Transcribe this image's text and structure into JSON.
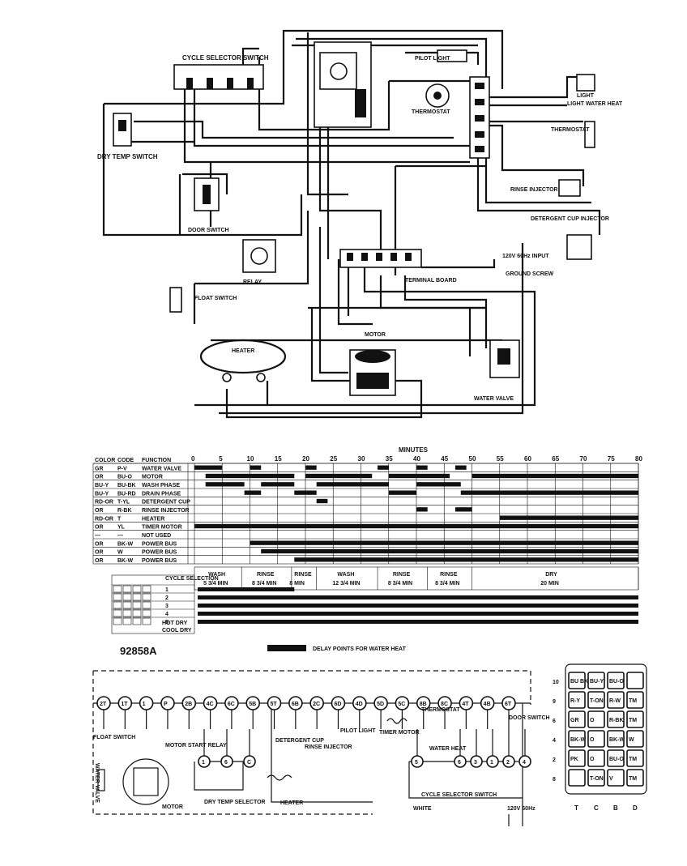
{
  "wiring": {
    "components": {
      "cycle_selector_switch": "CYCLE SELECTOR SWITCH",
      "dry_temp_switch": "DRY TEMP SWITCH",
      "door_switch": "DOOR SWITCH",
      "relay": "RELAY",
      "float_switch": "FLOAT SWITCH",
      "heater": "HEATER",
      "motor": "MOTOR",
      "pilot_light": "PILOT LIGHT",
      "thermostat": "THERMOSTAT",
      "light_water_heat": "LIGHT WATER HEAT",
      "thermostat_right": "THERMOSTAT",
      "rinse_injector": "RINSE INJECTOR",
      "detergent_cup_injector": "DETERGENT CUP INJECTOR",
      "input": "120V 60Hz INPUT",
      "ground_screw": "GROUND SCREW",
      "terminal_board": "TERMINAL BOARD",
      "water_valve": "WATER VALVE"
    }
  },
  "timing_chart": {
    "title": "MINUTES",
    "headers": [
      "COLOR",
      "CODE",
      "FUNCTION"
    ],
    "minute_ticks": [
      "0",
      "5",
      "10",
      "15",
      "20",
      "25",
      "30",
      "35",
      "40",
      "45",
      "50",
      "55",
      "60",
      "65",
      "70",
      "75",
      "80"
    ],
    "rows": [
      {
        "color": "GR",
        "code": "P-V",
        "function": "WATER VALVE"
      },
      {
        "color": "OR",
        "code": "BU-O",
        "function": "MOTOR"
      },
      {
        "color": "BU-Y",
        "code": "BU-BK",
        "function": "WASH PHASE"
      },
      {
        "color": "BU-Y",
        "code": "BU-RD",
        "function": "DRAIN PHASE"
      },
      {
        "color": "RD-OR",
        "code": "T-YL",
        "function": "DETERGENT CUP"
      },
      {
        "color": "OR",
        "code": "R-BK",
        "function": "RINSE INJECTOR"
      },
      {
        "color": "RD-OR",
        "code": "T",
        "function": "HEATER"
      },
      {
        "color": "OR",
        "code": "YL",
        "function": "TIMER MOTOR"
      },
      {
        "color": "—",
        "code": "—",
        "function": "NOT USED"
      },
      {
        "color": "OR",
        "code": "BK-W",
        "function": "POWER BUS"
      },
      {
        "color": "OR",
        "code": "W",
        "function": "POWER BUS"
      },
      {
        "color": "OR",
        "code": "BK-W",
        "function": "POWER BUS"
      }
    ],
    "phases": [
      {
        "name": "WASH",
        "duration": "5 3/4 MIN"
      },
      {
        "name": "RINSE",
        "duration": "8 3/4 MIN"
      },
      {
        "name": "RINSE",
        "duration": "8 MIN"
      },
      {
        "name": "WASH",
        "duration": "12 3/4 MIN"
      },
      {
        "name": "RINSE",
        "duration": "8 3/4 MIN"
      },
      {
        "name": "RINSE",
        "duration": "8 3/4 MIN"
      },
      {
        "name": "DRY",
        "duration": "20 MIN"
      }
    ],
    "cycle_selection_label": "CYCLE SELECTION",
    "cycle_rows": [
      "1",
      "2",
      "3",
      "4",
      "5"
    ],
    "dry_options": [
      "HOT DRY",
      "COOL DRY"
    ],
    "model_number": "92858A",
    "legend": "DELAY POINTS FOR WATER HEAT"
  },
  "schematic": {
    "labels": {
      "float_switch": "FLOAT SWITCH",
      "water_valve": "WATER VALVE",
      "motor": "MOTOR",
      "motor_start_relay": "MOTOR START RELAY",
      "dry_temp_selector": "DRY TEMP SELECTOR",
      "detergent_cup": "DETERGENT CUP",
      "rinse_injector": "RINSE INJECTOR",
      "heater": "HEATER",
      "pilot_light": "PILOT LIGHT",
      "timer_motor": "TIMER MOTOR",
      "thermostat": "THERMOSTAT",
      "water_heat": "WATER HEAT",
      "door_switch": "DOOR SWITCH",
      "cycle_selector_switch": "CYCLE SELECTOR SWITCH",
      "white": "WHITE",
      "line": "120V 60Hz"
    },
    "top_terminals": [
      "2T",
      "1T",
      "1",
      "P",
      "2B",
      "4C",
      "6C",
      "5B",
      "5T",
      "6B",
      "2C",
      "6D",
      "4D",
      "5D",
      "5C",
      "8B",
      "8C",
      "4T",
      "4B",
      "6T"
    ],
    "bottom_terminals": [
      "1",
      "6",
      "C",
      "5",
      "6",
      "3",
      "1",
      "2",
      "4"
    ]
  },
  "switch_table": {
    "rows": [
      "10",
      "9",
      "6",
      "4",
      "2",
      "8"
    ],
    "columns": [
      "T",
      "C",
      "B",
      "D"
    ],
    "cells": [
      [
        "BU BK",
        "BU-Y",
        "BU-O",
        ""
      ],
      [
        "R-Y",
        "T-ON",
        "R-W",
        "TM"
      ],
      [
        "GR",
        "O",
        "R-BK",
        "TM"
      ],
      [
        "BK-W",
        "O",
        "BK-W",
        "W"
      ],
      [
        "PK",
        "O",
        "BU-O",
        "TM"
      ],
      [
        "",
        "T-ON",
        "V",
        "TM"
      ]
    ]
  }
}
